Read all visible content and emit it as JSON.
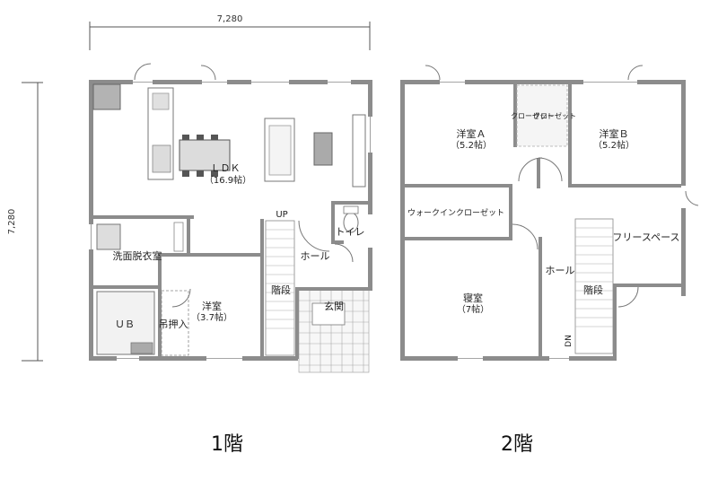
{
  "dimensions": {
    "width_label": "7,280",
    "height_label": "7,280"
  },
  "floor1": {
    "title": "1階",
    "rooms": {
      "ldk": "ＬＤＫ",
      "ldk_size": "（16.9帖）",
      "toilet": "トイレ",
      "wash": "洗面脱衣室",
      "hall": "ホール",
      "stairs": "階段",
      "up": "UP",
      "entrance": "玄関",
      "western": "洋室",
      "western_size": "（3.7帖）",
      "ub": "ＵＢ",
      "closet": "吊押入"
    }
  },
  "floor2": {
    "title": "2階",
    "rooms": {
      "western_a": "洋室Ａ",
      "western_a_size": "（5.2帖）",
      "western_b": "洋室Ｂ",
      "western_b_size": "（5.2帖）",
      "closet_a": "クローゼット",
      "closet_b": "クローゼット",
      "walkin": "ウォークインクローゼット",
      "free_space": "フリースペース",
      "bedroom": "寝室",
      "bedroom_size": "（7帖）",
      "hall": "ホール",
      "stairs": "階段",
      "dn": "DN"
    }
  }
}
